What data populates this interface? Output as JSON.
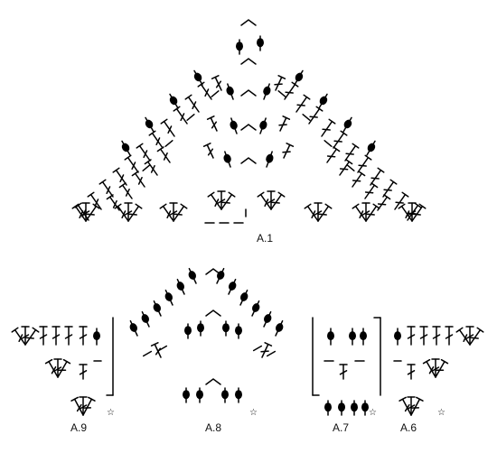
{
  "labels": {
    "a1": "A.1",
    "a9": "A.9",
    "a8": "A.8",
    "a7": "A.7",
    "a6": "A.6"
  },
  "legend_symbols": [
    "double-crochet",
    "treble-crochet",
    "dc-puff",
    "chain",
    "chain-arc",
    "start-star"
  ],
  "colors": {
    "ink": "#000000",
    "background": "#ffffff"
  }
}
